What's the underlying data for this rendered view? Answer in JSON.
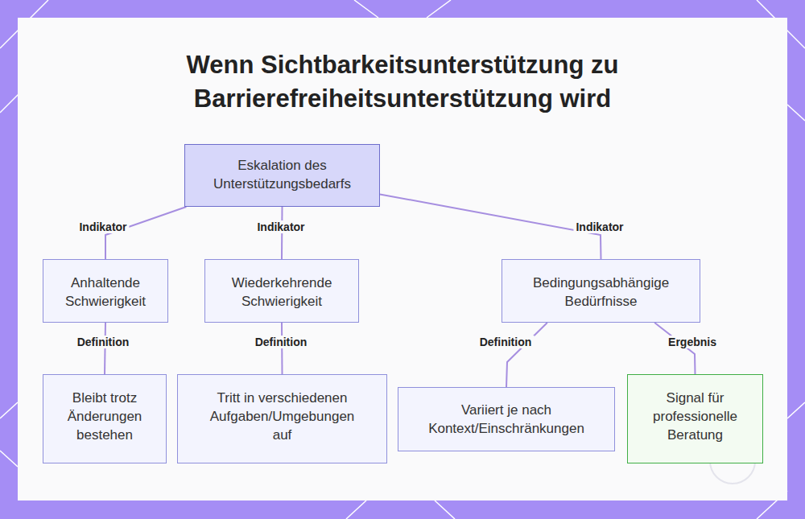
{
  "diagram": {
    "title": "Wenn Sichtbarkeitsunterstützung zu Barrierefreiheitsunterstützung wird",
    "nodes": [
      {
        "text": [
          "Eskalation des Unterstützungsbedarfs"
        ]
      },
      {
        "text": [
          "Anhaltende Schwierigkeit"
        ]
      },
      {
        "text": [
          "Wiederkehrende Schwierigkeit"
        ]
      },
      {
        "text": [
          "Bedingungsabhängige Bedürfnisse"
        ]
      },
      {
        "text": [
          "Bleibt trotz Änderungen bestehen"
        ]
      },
      {
        "text": [
          "Tritt in verschiedenen Aufgaben/Umgebungen auf"
        ]
      },
      {
        "text": [
          "Variiert je nach Kontext/Einschränkungen"
        ]
      },
      {
        "text": [
          "Signal für professionelle Beratung"
        ]
      }
    ],
    "edges": [
      {
        "from": 0,
        "to": 1,
        "label": "Indikator",
        "arrow": "none"
      },
      {
        "from": 0,
        "to": 2,
        "label": "Indikator",
        "arrow": "none"
      },
      {
        "from": 0,
        "to": 3,
        "label": "Indikator",
        "arrow": "none"
      },
      {
        "from": 1,
        "to": 4,
        "label": "Definition",
        "arrow": "none"
      },
      {
        "from": 2,
        "to": 5,
        "label": "Definition",
        "arrow": "none"
      },
      {
        "from": 3,
        "to": 6,
        "label": "Definition",
        "arrow": "none"
      },
      {
        "from": 3,
        "to": 7,
        "label": "Ergebnis",
        "arrow": "none"
      }
    ]
  }
}
